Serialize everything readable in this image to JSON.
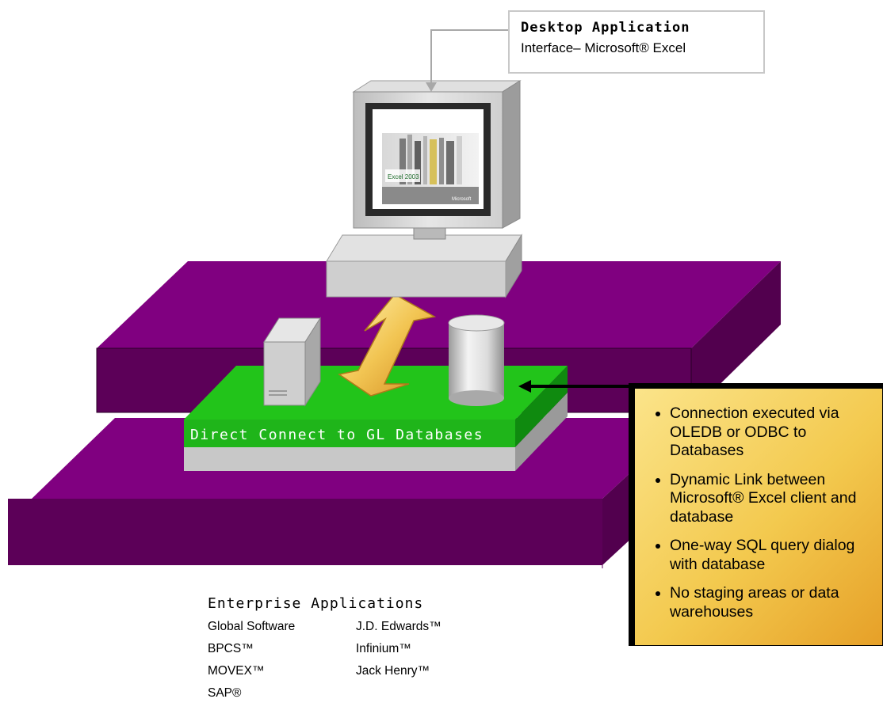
{
  "desktop_box": {
    "title": "Desktop Application",
    "subtitle": "Interface– Microsoft® Excel"
  },
  "platform_label": "Direct Connect to GL Databases",
  "monitor_screen": {
    "product_text": "Excel 2003",
    "brand_text": "Microsoft"
  },
  "callout": {
    "items": [
      "Connection executed via OLEDB or ODBC to Databases",
      "Dynamic Link between Microsoft® Excel client and database",
      "One-way SQL query dialog with database",
      "No staging areas or data warehouses"
    ]
  },
  "enterprise": {
    "title": "Enterprise Applications",
    "apps": [
      "Global Software",
      "J.D. Edwards™",
      "BPCS™",
      "Infinium™",
      "MOVEX™",
      "Jack Henry™",
      "SAP®"
    ]
  },
  "colors": {
    "purple_top": "#800080",
    "purple_side": "#5c0058",
    "green_top": "#22c41a",
    "callout_gold": "#f3c94e"
  }
}
